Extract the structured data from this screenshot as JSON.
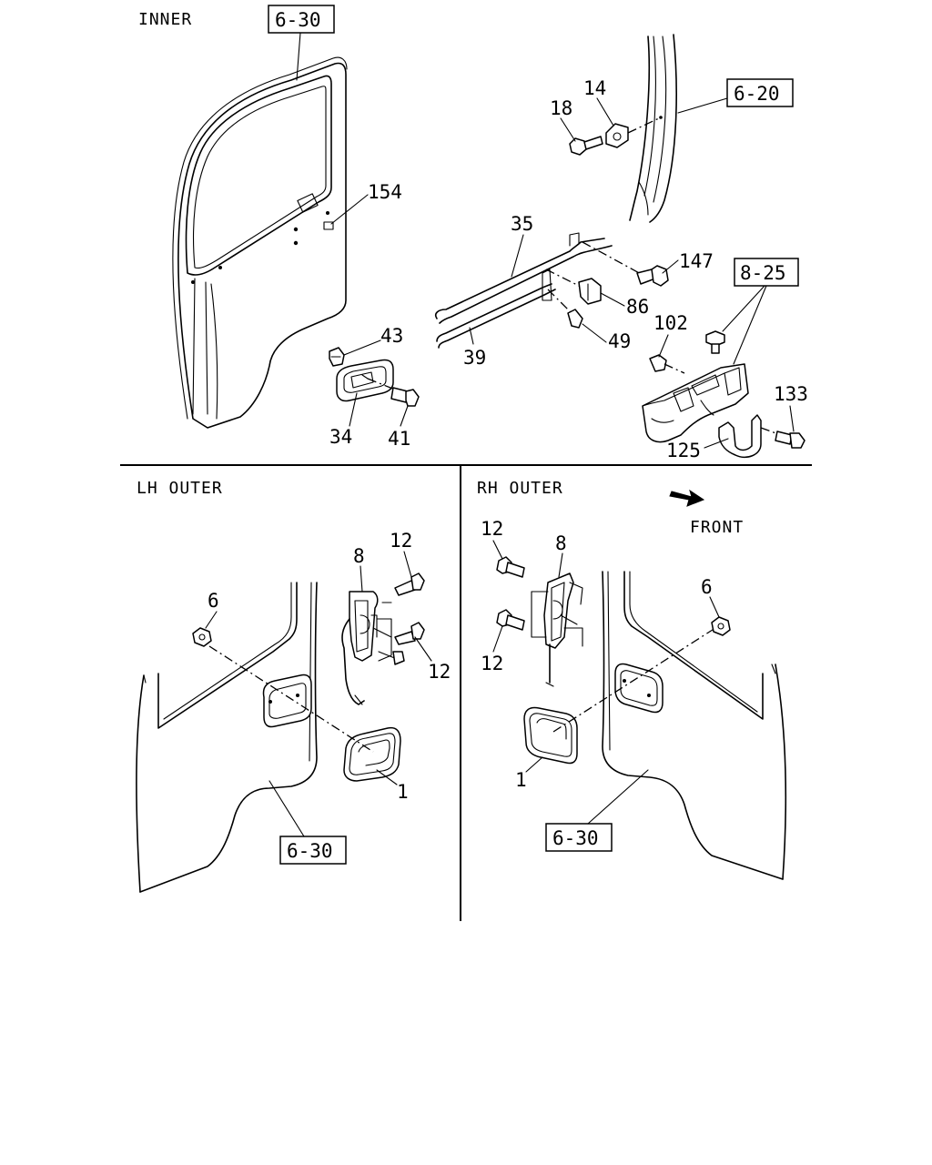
{
  "sections": {
    "inner": "INNER",
    "lh_outer": "LH OUTER",
    "rh_outer": "RH OUTER",
    "front": "FRONT"
  },
  "refs": {
    "inner_door": "6-30",
    "pillar": "6-20",
    "switch": "8-25",
    "lh_door": "6-30",
    "rh_door": "6-30"
  },
  "callouts": {
    "p14": "14",
    "p18": "18",
    "p154": "154",
    "p35": "35",
    "p147": "147",
    "p86": "86",
    "p102": "102",
    "p43": "43",
    "p49": "49",
    "p39": "39",
    "p133": "133",
    "p34": "34",
    "p41": "41",
    "p125": "125",
    "lh_p12a": "12",
    "lh_p8": "8",
    "lh_p6": "6",
    "lh_p12b": "12",
    "lh_p1": "1",
    "rh_p12a": "12",
    "rh_p8": "8",
    "rh_p6": "6",
    "rh_p12b": "12",
    "rh_p1": "1"
  },
  "icons": {
    "front_arrow": "arrow-icon"
  }
}
